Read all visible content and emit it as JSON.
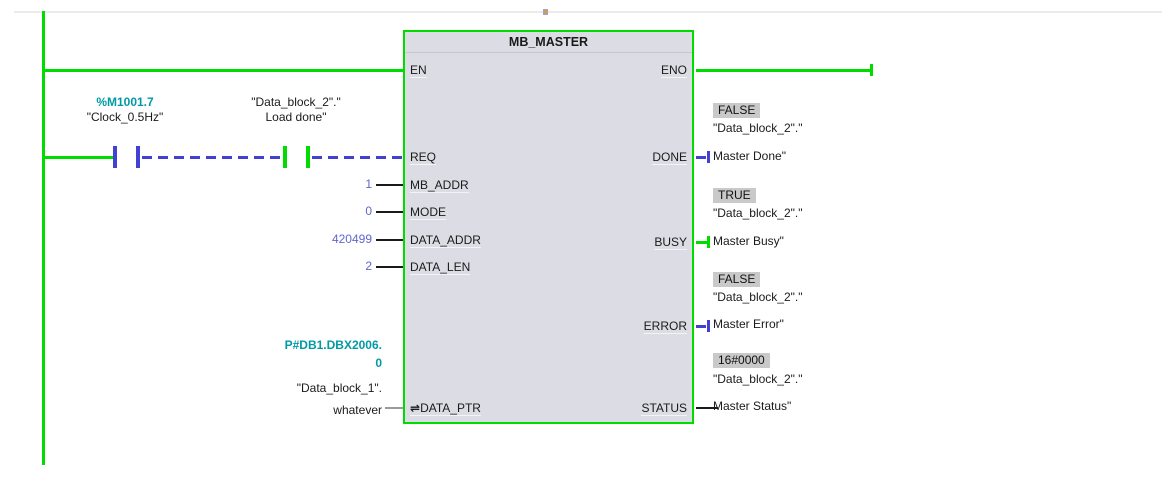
{
  "colors": {
    "power_flow_green": "#00dc00",
    "signal_false_blue": "#4341d4",
    "address_teal": "#009aa4",
    "constant_value_blue": "#6066cf",
    "block_fill": "#dcdce4",
    "monitor_badge_gray": "#c9c9c9"
  },
  "contacts": [
    {
      "line1": "%M1001.7",
      "line2": "\"Clock_0.5Hz\"",
      "state": "blue-dashed"
    },
    {
      "line1": "\"Data_block_2\".\"",
      "line2": "Load done\"",
      "state": "green"
    }
  ],
  "block": {
    "title": "MB_MASTER",
    "en": "EN",
    "eno": "ENO",
    "inputs": [
      {
        "label": "REQ"
      },
      {
        "label": "MB_ADDR",
        "value": "1"
      },
      {
        "label": "MODE",
        "value": "0"
      },
      {
        "label": "DATA_ADDR",
        "value": "420499"
      },
      {
        "label": "DATA_LEN",
        "value": "2"
      },
      {
        "label": "DATA_PTR",
        "icon": "⇌"
      }
    ],
    "outputs": [
      {
        "label": "DONE"
      },
      {
        "label": "BUSY"
      },
      {
        "label": "ERROR"
      },
      {
        "label": "STATUS"
      }
    ]
  },
  "data_ptr_operand": {
    "line1": "P#DB1.DBX2006.",
    "line2": "0",
    "line3": "\"Data_block_1\".",
    "line4": "whatever"
  },
  "output_operands": [
    {
      "monitor": "FALSE",
      "line1": "\"Data_block_2\".\"",
      "line2": "Master Done\""
    },
    {
      "monitor": "TRUE",
      "line1": "\"Data_block_2\".\"",
      "line2": "Master Busy\""
    },
    {
      "monitor": "FALSE",
      "line1": "\"Data_block_2\".\"",
      "line2": "Master Error\""
    },
    {
      "monitor": "16#0000",
      "line1": "\"Data_block_2\".\"",
      "line2": "Master Status\""
    }
  ]
}
